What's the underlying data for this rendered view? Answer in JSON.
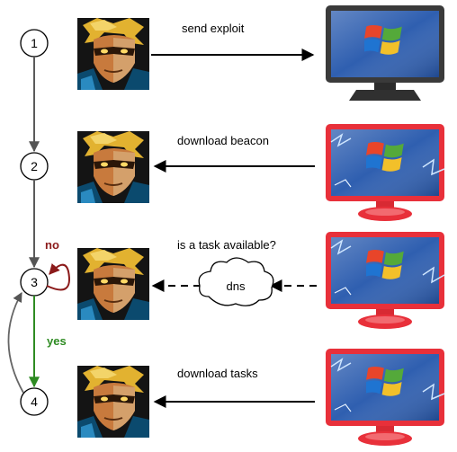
{
  "steps": [
    {
      "number": "1",
      "label": "send exploit"
    },
    {
      "number": "2",
      "label": "download beacon"
    },
    {
      "number": "3",
      "label": "is a task available?"
    },
    {
      "number": "4",
      "label": "download tasks"
    }
  ],
  "loop_labels": {
    "no": "no",
    "yes": "yes"
  },
  "cloud_label": "dns",
  "colors": {
    "no": "#8b1a1a",
    "yes": "#2e8b22",
    "arrow": "#5a5a5a",
    "monitor_clean": "#3a3a3a",
    "monitor_infected": "#e8303a",
    "screen": "#2f5fb0"
  },
  "icons": {
    "attacker": "attacker-avatar-icon",
    "clean_monitor": "windows-monitor-icon",
    "infected_monitor": "infected-windows-monitor-icon"
  }
}
